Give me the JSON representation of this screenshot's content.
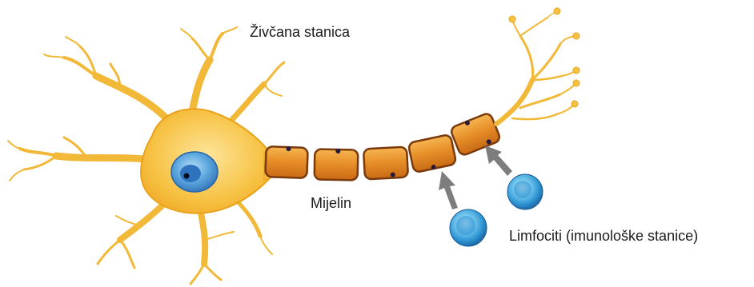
{
  "labels": {
    "neuron": "Živčana stanica",
    "myelin": "Mijelin",
    "lymphocytes": "Limfociti (imunološke stanice)"
  },
  "colors": {
    "cell_body": "#f7c244",
    "cell_outline": "#e9a21a",
    "nucleus": "#5aa6de",
    "nucleolus": "#1f3f8a",
    "myelin_fill": "#e8902a",
    "myelin_outline": "#7a3a0c",
    "arrow": "#7d7d7d",
    "lymphocyte": "#3aa9e0"
  },
  "icons": {
    "arrow": "arrow-icon",
    "lymphocyte": "lymphocyte-icon"
  }
}
